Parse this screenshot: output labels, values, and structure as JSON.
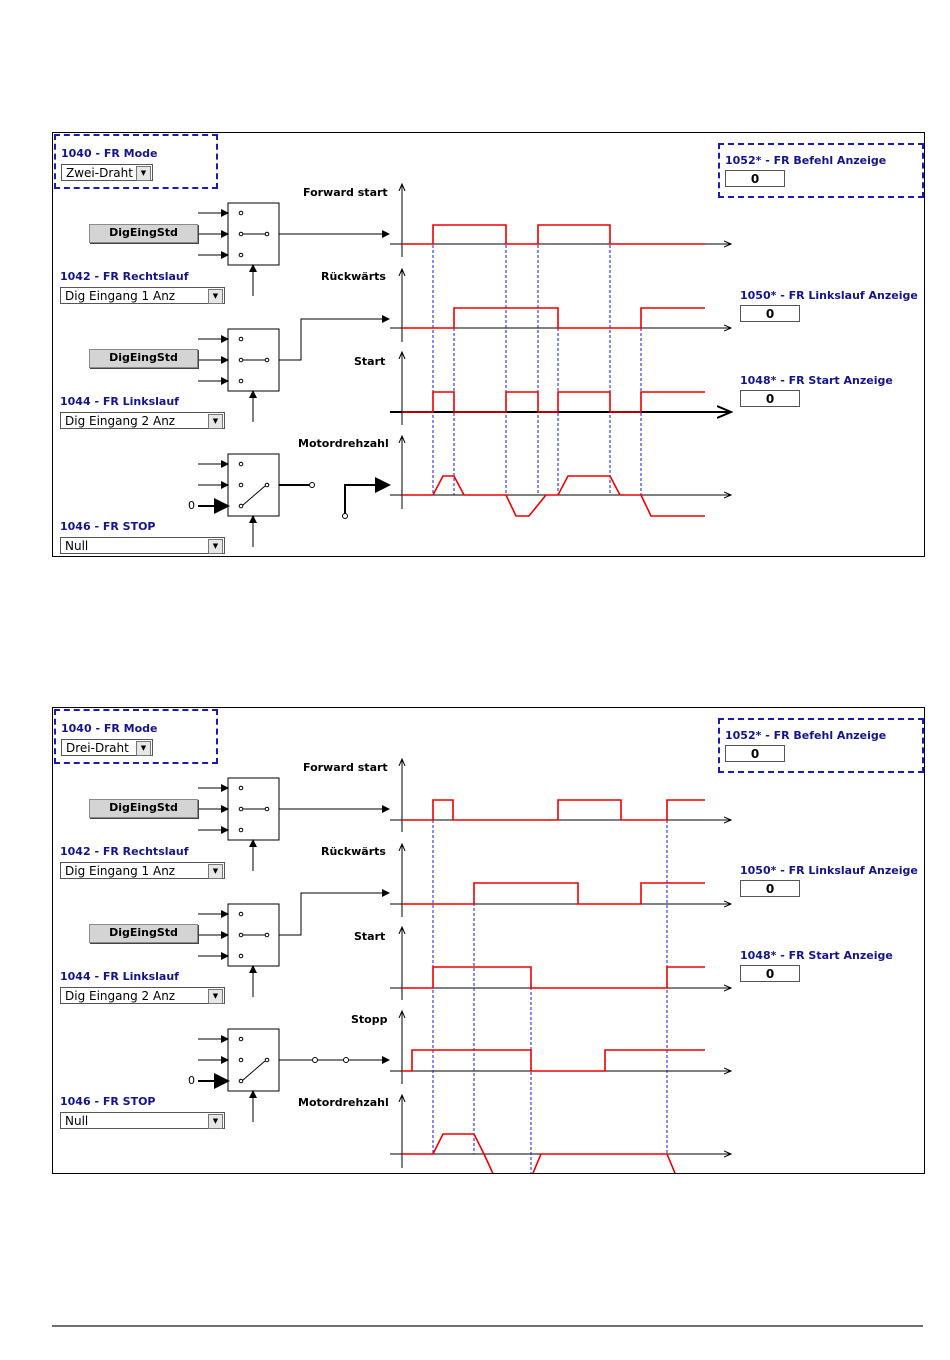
{
  "panel1": {
    "mode": {
      "label": "1040 - FR Mode",
      "value": "Zwei-Draht"
    },
    "befehl": {
      "label": "1052* - FR Befehl Anzeige",
      "value": "0"
    },
    "linkslauf_anzeige": {
      "label": "1050* - FR Linkslauf Anzeige",
      "value": "0"
    },
    "start_anzeige": {
      "label": "1048* - FR Start Anzeige",
      "value": "0"
    },
    "rechtslauf": {
      "label": "1042 - FR Rechtslauf",
      "value": "Dig Eingang 1 Anz"
    },
    "linkslauf": {
      "label": "1044 - FR Linkslauf",
      "value": "Dig Eingang 2 Anz"
    },
    "stop": {
      "label": "1046 - FR STOP",
      "value": "Null"
    },
    "buttons": [
      "DigEingStd",
      "DigEingStd"
    ],
    "zero_label": "0",
    "signals": [
      "Forward start",
      "Rückwärts",
      "Start",
      "Motordrehzahl"
    ]
  },
  "panel2": {
    "mode": {
      "label": "1040 - FR Mode",
      "value": "Drei-Draht"
    },
    "befehl": {
      "label": "1052* - FR Befehl Anzeige",
      "value": "0"
    },
    "linkslauf_anzeige": {
      "label": "1050* - FR Linkslauf Anzeige",
      "value": "0"
    },
    "start_anzeige": {
      "label": "1048* - FR Start Anzeige",
      "value": "0"
    },
    "rechtslauf": {
      "label": "1042 - FR Rechtslauf",
      "value": "Dig Eingang 1 Anz"
    },
    "linkslauf": {
      "label": "1044 - FR Linkslauf",
      "value": "Dig Eingang 2 Anz"
    },
    "stop": {
      "label": "1046 - FR STOP",
      "value": "Null"
    },
    "buttons": [
      "DigEingStd",
      "DigEingStd"
    ],
    "zero_label": "0",
    "signals": [
      "Forward start",
      "Rückwärts",
      "Start",
      "Stopp",
      "Motordrehzahl"
    ]
  },
  "colors": {
    "signal": "#ee0000",
    "guide": "#1a1ae0",
    "label_blue": "#14148c",
    "frame": "#000000"
  }
}
